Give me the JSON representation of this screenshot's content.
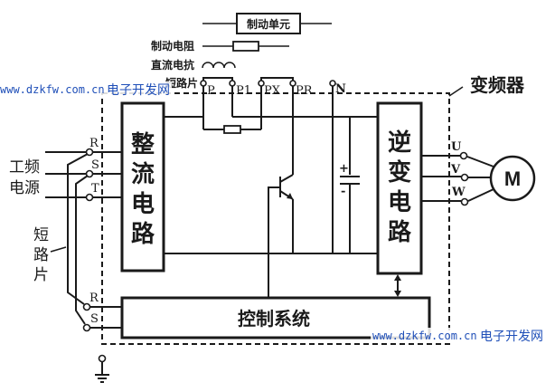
{
  "diagram": {
    "title": "变频器",
    "brake_unit_label": "制动单元",
    "brake_resistor_label": "制动电阻",
    "dc_reactor_label": "直流电抗",
    "shorting_bar_top_label": "短路片",
    "shorting_bar_left_label": [
      "短",
      "路",
      "片"
    ],
    "power_source_label": [
      "工频",
      "电源"
    ],
    "dc_terminals": [
      "P",
      "P1",
      "PX",
      "PR",
      "N"
    ],
    "input_terminals": [
      "R",
      "S",
      "T"
    ],
    "control_terminals": [
      "R",
      "S"
    ],
    "output_terminals": [
      "U",
      "V",
      "W"
    ],
    "rectifier_label": [
      "整",
      "流",
      "电",
      "路"
    ],
    "inverter_label": [
      "逆",
      "变",
      "电",
      "路"
    ],
    "control_label": "控制系统",
    "motor_label": "M",
    "capacitor_plus": "+",
    "capacitor_minus": "-"
  },
  "watermarks": [
    {
      "url": "www.dzkfw.com.cn",
      "site": "电子开发网"
    },
    {
      "url": "www.dzkfw.com.cn",
      "site": "电子开发网"
    }
  ],
  "colors": {
    "line": "#1a1a1a",
    "watermark": "#1f4fb8",
    "background": "#ffffff"
  }
}
